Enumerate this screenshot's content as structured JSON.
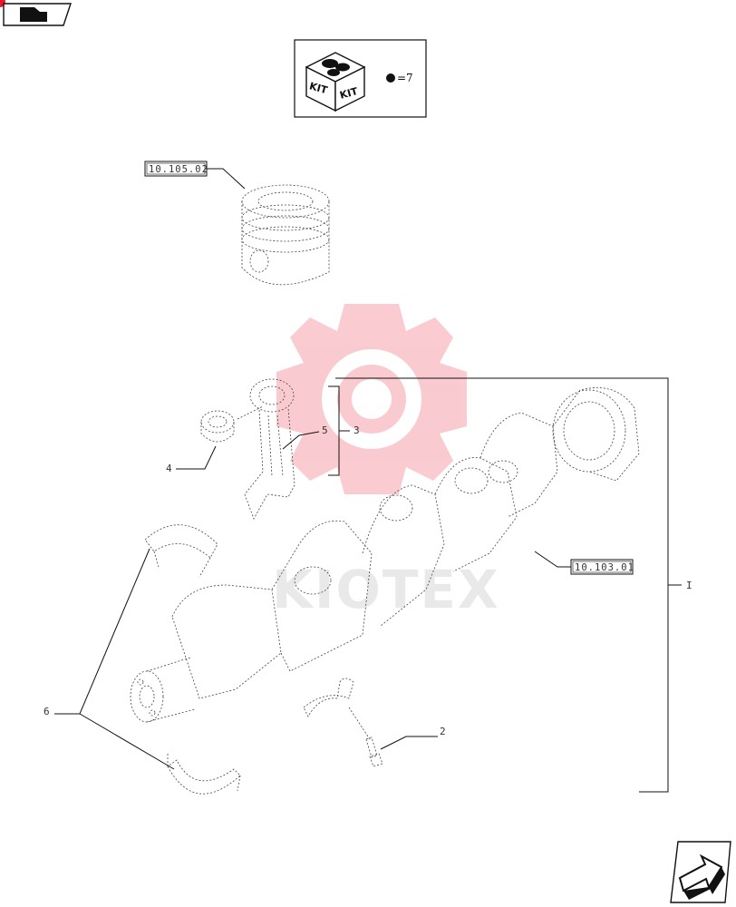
{
  "kit_legend": {
    "kit_left": "KIT",
    "kit_right": "KIT",
    "equals_text": "=7"
  },
  "references": {
    "piston_ref": "10.105.02",
    "crankshaft_ref": "10.103.01"
  },
  "callouts": {
    "c2": "2",
    "c3": "3",
    "c4": "4",
    "c5": "5",
    "c6": "6",
    "cI": "I"
  },
  "watermark": {
    "text": "KIOTEX",
    "color": "#e8192c"
  }
}
